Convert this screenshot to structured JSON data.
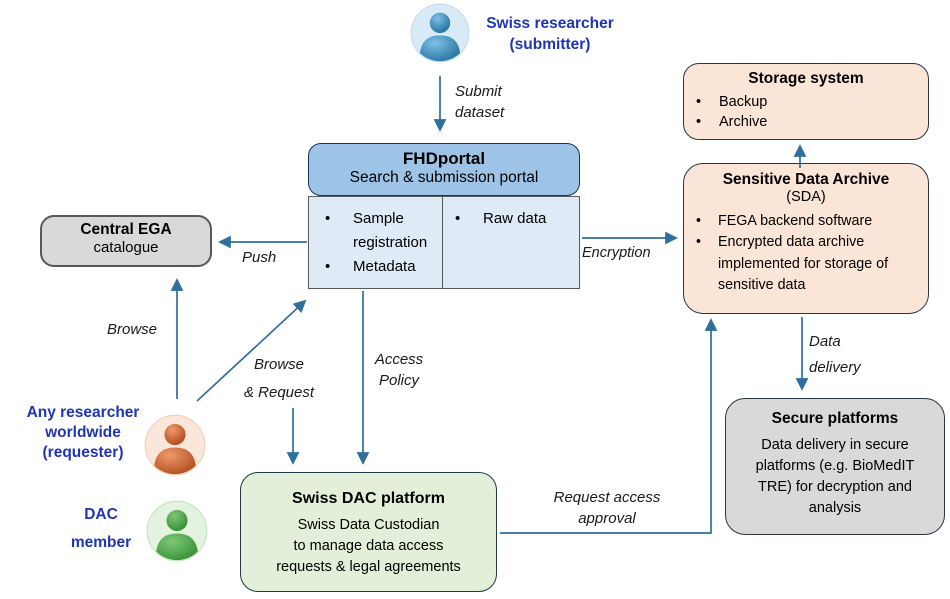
{
  "colors": {
    "arrow": "#2E6F9E",
    "persona_label": "#1F35B5",
    "fhd_header_fill": "#9DC3E6",
    "fhd_body_fill": "#DEEAF6",
    "peach_fill": "#FBE5D6",
    "green_fill": "#E2F0D9",
    "gray_fill": "#D9D9D9"
  },
  "personas": {
    "submitter": {
      "label": "Swiss researcher\n(submitter)",
      "icon": "person-icon-blue"
    },
    "requester": {
      "label": "Any researcher\nworldwide\n(requester)",
      "icon": "person-icon-orange"
    },
    "dac_member": {
      "label": "DAC\nmember",
      "icon": "person-icon-green"
    }
  },
  "nodes": {
    "fhdportal": {
      "title": "FHDportal",
      "subtitle": "Search & submission portal",
      "left_bullets": [
        "Sample registration",
        "Metadata"
      ],
      "right_bullets": [
        "Raw data"
      ]
    },
    "central_ega": {
      "title": "Central EGA",
      "subtitle": "catalogue"
    },
    "storage_system": {
      "title": "Storage system",
      "bullets": [
        "Backup",
        "Archive"
      ]
    },
    "sda": {
      "title": "Sensitive Data Archive",
      "subtitle": "(SDA)",
      "bullets": [
        "FEGA backend software",
        "Encrypted data archive implemented for storage of sensitive data"
      ]
    },
    "secure_platforms": {
      "title": "Secure platforms",
      "body": "Data delivery in secure\nplatforms (e.g. BioMedIT\nTRE) for decryption and\nanalysis"
    },
    "swiss_dac": {
      "title": "Swiss DAC platform",
      "body": "Swiss Data Custodian\nto manage data access\nrequests & legal agreements"
    }
  },
  "edge_labels": {
    "submit": "Submit\ndataset",
    "push": "Push",
    "encryption": "Encryption",
    "browse": "Browse",
    "browse_request": "Browse\n& Request",
    "access_policy": "Access\nPolicy",
    "request_approval": "Request access\napproval",
    "data_delivery": "Data\ndelivery"
  }
}
